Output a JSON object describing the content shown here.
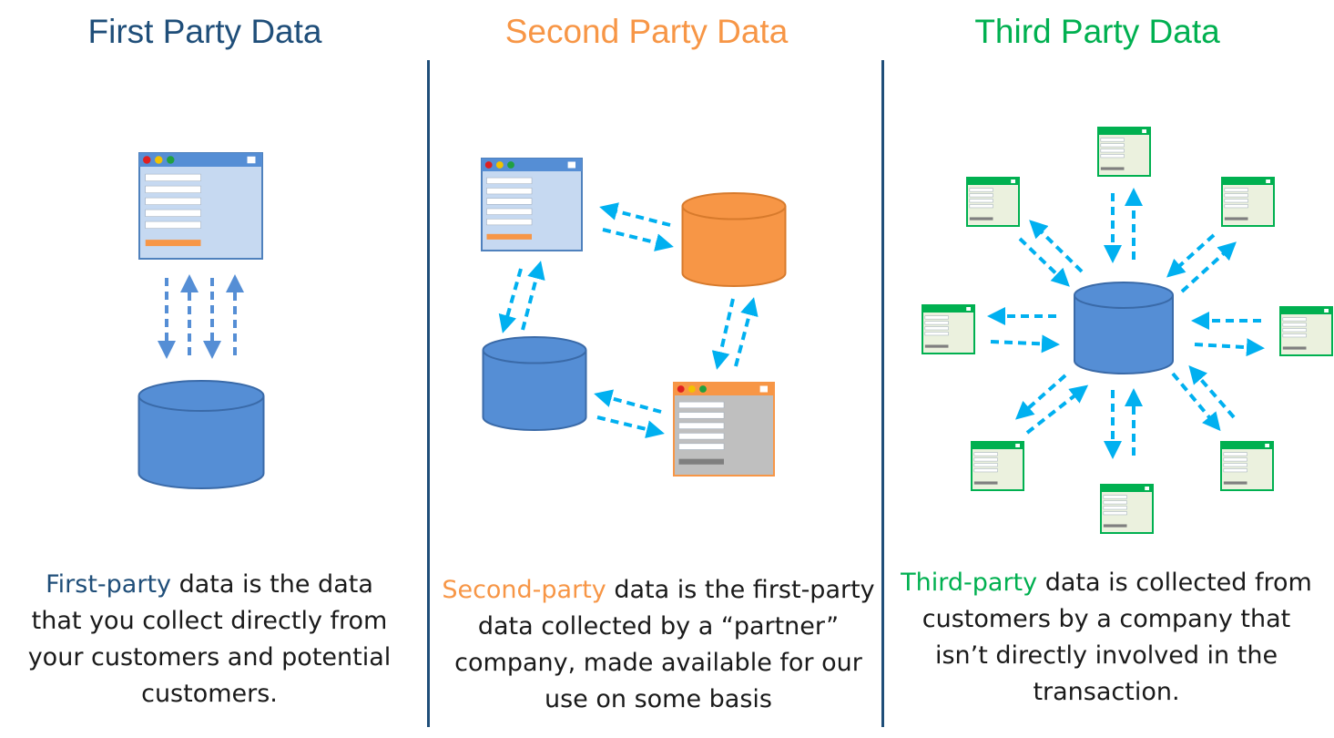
{
  "colors": {
    "first": "#1f4e79",
    "second": "#f79646",
    "third": "#00b050",
    "divider": "#1f4e79",
    "db_blue": "#558ed5",
    "arrow": "#00b0f0"
  },
  "columns": [
    {
      "title": "First Party Data",
      "highlight": "First-party",
      "text": " data is the data that you collect directly from your customers and potential customers."
    },
    {
      "title": "Second Party Data",
      "highlight": "Second-party",
      "text": " data is the first-party data collected by a “partner” company, made available for our use on some basis"
    },
    {
      "title": "Third Party Data",
      "highlight": "Third-party",
      "text": " data is collected from customers by a company that isn’t directly involved in the transaction."
    }
  ],
  "icons": [
    "browser-window-icon",
    "database-icon",
    "dashed-arrow-icon"
  ]
}
